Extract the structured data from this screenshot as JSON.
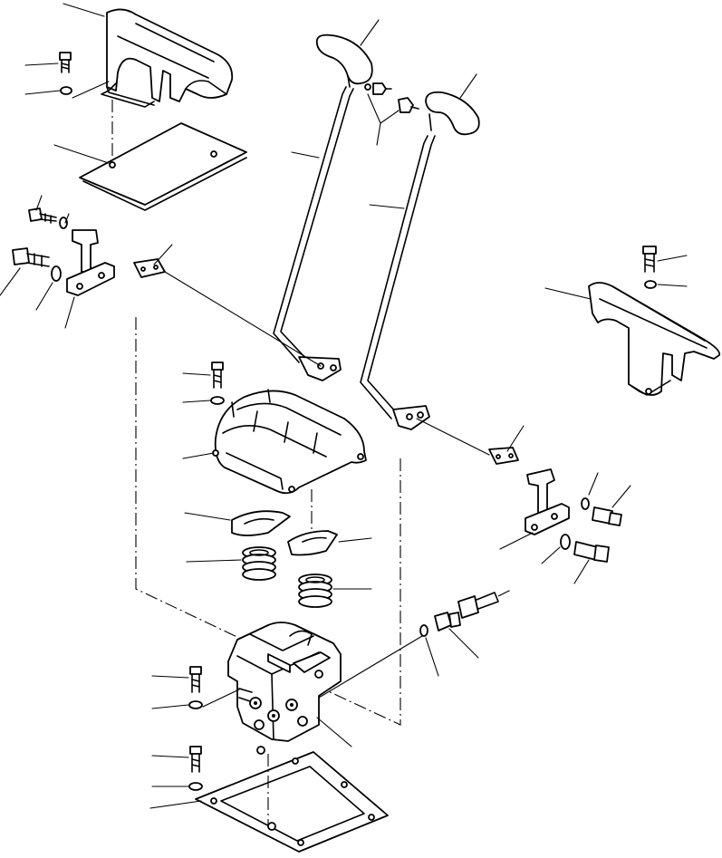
{
  "figure": {
    "background": "#ffffff",
    "ink": "#000000",
    "text_labels": []
  },
  "parts": [
    {
      "name": "left-console-cover"
    },
    {
      "name": "left-bracket-plate"
    },
    {
      "name": "left-lever-knob"
    },
    {
      "name": "right-lever-knob"
    },
    {
      "name": "left-lever-rod"
    },
    {
      "name": "right-lever-rod"
    },
    {
      "name": "right-console-cover"
    },
    {
      "name": "valve-boot-cover"
    },
    {
      "name": "left-seat-plate"
    },
    {
      "name": "right-seat-plate"
    },
    {
      "name": "left-spring"
    },
    {
      "name": "right-spring"
    },
    {
      "name": "pilot-control-valve"
    },
    {
      "name": "valve-mounting-plate"
    },
    {
      "name": "left-pivot-bracket"
    },
    {
      "name": "right-pivot-bracket"
    }
  ]
}
